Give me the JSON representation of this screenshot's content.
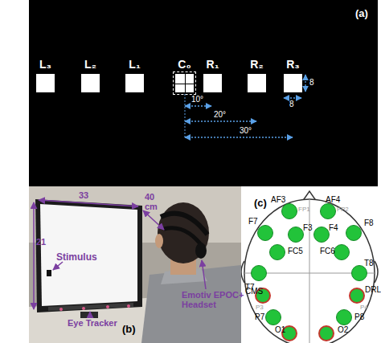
{
  "diagram": {
    "nodes": [
      {
        "text": [
          "L₃"
        ]
      },
      {
        "text": [
          "L₂"
        ]
      },
      {
        "text": [
          "L₁"
        ]
      },
      {
        "text": [
          "C₀"
        ]
      },
      {
        "text": [
          "R₁"
        ]
      },
      {
        "text": [
          "R₂"
        ]
      },
      {
        "text": [
          "R₃"
        ]
      },
      {
        "text": [
          "AF3"
        ]
      },
      {
        "text": [
          "AF4"
        ]
      },
      {
        "text": [
          "F7"
        ]
      },
      {
        "text": [
          "F3"
        ]
      },
      {
        "text": [
          "F4"
        ]
      },
      {
        "text": [
          "F8"
        ]
      },
      {
        "text": [
          "FC5"
        ]
      },
      {
        "text": [
          "FC6"
        ]
      },
      {
        "text": [
          "T7"
        ]
      },
      {
        "text": [
          "T8"
        ]
      },
      {
        "text": [
          "CMS"
        ]
      },
      {
        "text": [
          "DRL"
        ]
      },
      {
        "text": [
          "P7"
        ]
      },
      {
        "text": [
          "P8"
        ]
      },
      {
        "text": [
          "O1"
        ]
      },
      {
        "text": [
          "O2"
        ]
      }
    ],
    "labels": [
      "(a)",
      "10°",
      "20°",
      "30°",
      "8",
      "8",
      "33",
      "40 cm",
      "21",
      "Stimulus",
      "Eye Tracker",
      "Emotiv EPOC+ Headset",
      "(b)",
      "(c)",
      "FP1",
      "FP2",
      "P3",
      "P4"
    ]
  }
}
